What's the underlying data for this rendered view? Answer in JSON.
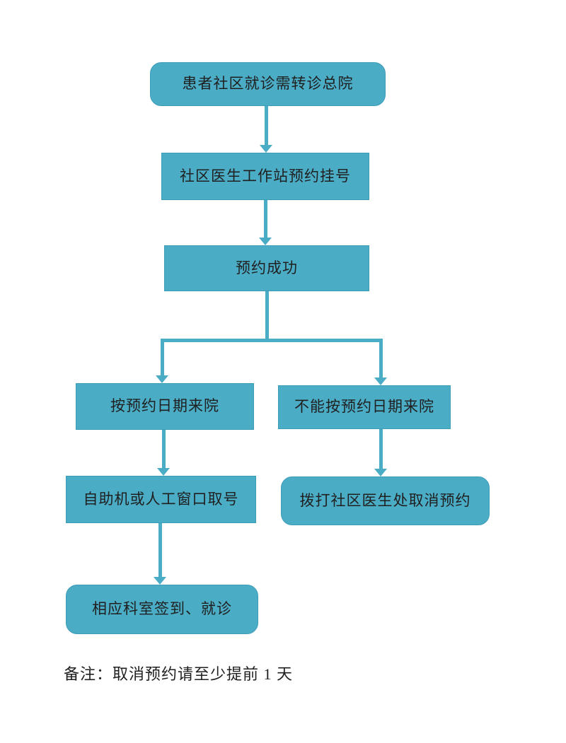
{
  "theme": {
    "page_background": "#ffffff",
    "box_fill": "#4bacc6",
    "box_border": "#3d9cb8",
    "arrow_color": "#4bacc6",
    "text_color": "#1f1f1f"
  },
  "flowchart": {
    "title": "",
    "nodes": [
      {
        "id": "start",
        "shape": "rounded",
        "label": "患者社区就诊需转诊总院"
      },
      {
        "id": "workstation-booking",
        "shape": "rect",
        "label": "社区医生工作站预约挂号"
      },
      {
        "id": "booking-success",
        "shape": "rect",
        "label": "预约成功"
      },
      {
        "id": "arrive-on-date",
        "shape": "rect",
        "label": "按预约日期来院"
      },
      {
        "id": "cannot-arrive-on-date",
        "shape": "rect",
        "label": "不能按预约日期来院"
      },
      {
        "id": "self-service-or-window",
        "shape": "rect",
        "label": "自助机或人工窗口取号"
      },
      {
        "id": "call-doctor-cancel",
        "shape": "rounded",
        "label": "拨打社区医生处取消预约"
      },
      {
        "id": "department-checkin",
        "shape": "rounded",
        "label": "相应科室签到、就诊"
      }
    ],
    "edges": [
      {
        "from": "start",
        "to": "workstation-booking"
      },
      {
        "from": "workstation-booking",
        "to": "booking-success"
      },
      {
        "from": "booking-success",
        "to": "arrive-on-date"
      },
      {
        "from": "booking-success",
        "to": "cannot-arrive-on-date"
      },
      {
        "from": "arrive-on-date",
        "to": "self-service-or-window"
      },
      {
        "from": "cannot-arrive-on-date",
        "to": "call-doctor-cancel"
      },
      {
        "from": "self-service-or-window",
        "to": "department-checkin"
      }
    ],
    "note": "备注：取消预约请至少提前 1 天"
  }
}
